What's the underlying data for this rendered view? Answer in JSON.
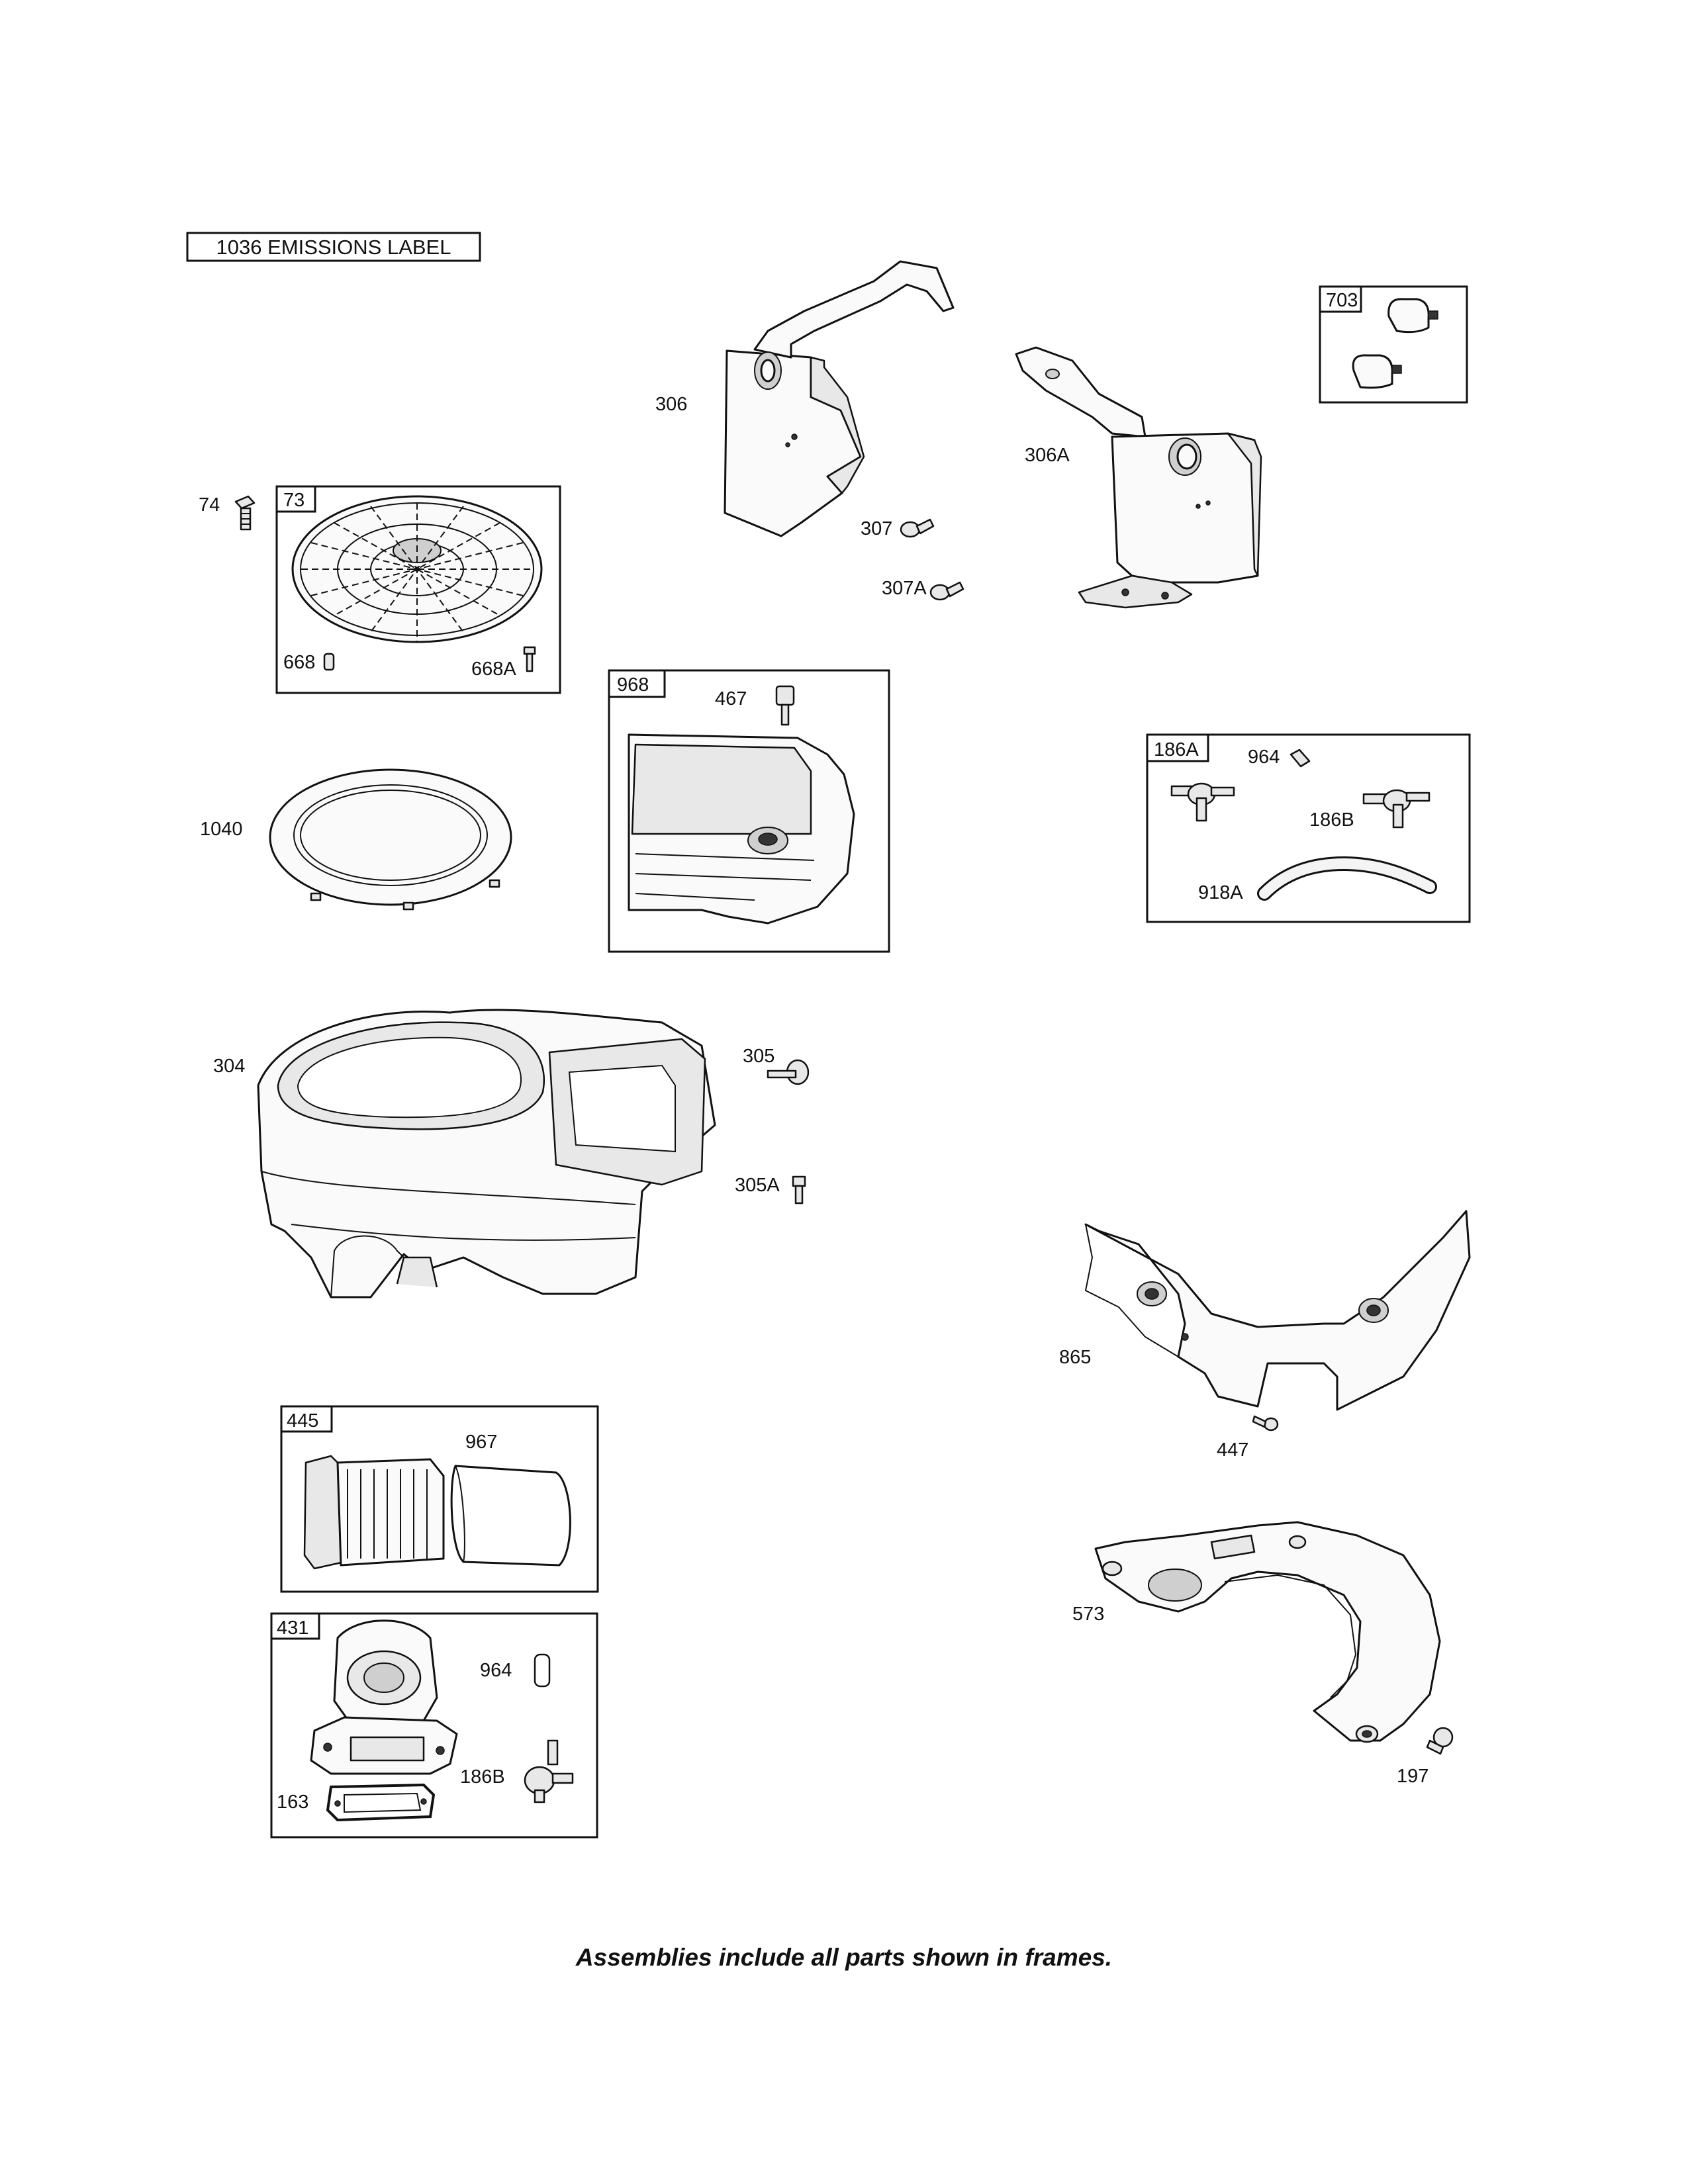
{
  "emissions_label": "1036 EMISSIONS LABEL",
  "frames": {
    "f73": "73",
    "f968": "968",
    "f703": "703",
    "f186A": "186A",
    "f445": "445",
    "f431": "431"
  },
  "callouts": {
    "p74": "74",
    "p668": "668",
    "p668A": "668A",
    "p1040": "1040",
    "p306": "306",
    "p306A": "306A",
    "p307": "307",
    "p307A": "307A",
    "p467": "467",
    "p964a": "964",
    "p186B_a": "186B",
    "p918A": "918A",
    "p304": "304",
    "p305": "305",
    "p305A": "305A",
    "p865": "865",
    "p447": "447",
    "p967": "967",
    "p964b": "964",
    "p186B_b": "186B",
    "p163": "163",
    "p573": "573",
    "p197": "197"
  },
  "footer_note": "Assemblies include all parts shown in frames."
}
